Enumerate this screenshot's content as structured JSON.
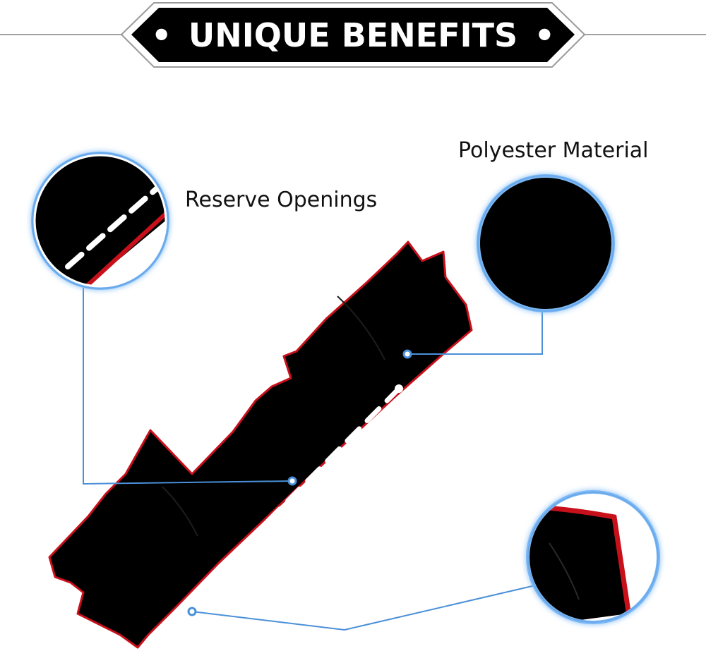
{
  "header": {
    "title": "UNIQUE BENEFITS",
    "bullet_glyph": "•"
  },
  "callouts": {
    "reserve_openings": "Reserve Openings",
    "polyester_material": "Polyester Material"
  },
  "colors": {
    "mat_fill": "#000000",
    "mat_edge": "#c8101b",
    "stitch": "#ffffff",
    "leader_line": "#4a90d9",
    "lens_glow": "#7ab8f5",
    "banner_fill": "#000000",
    "banner_outline": "#999999"
  }
}
